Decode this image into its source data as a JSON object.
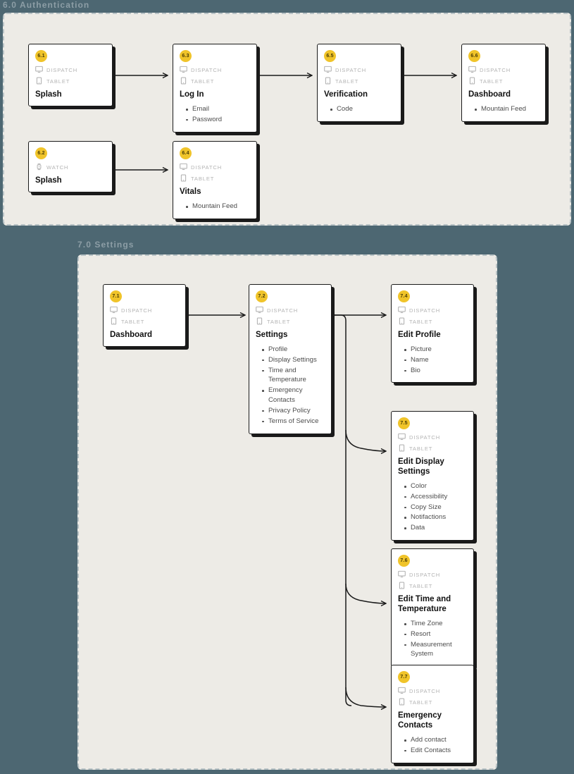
{
  "diagram": {
    "background_color": "#4d6772",
    "panel_color": "#edebe6",
    "badge_color": "#f0c42a",
    "connector_color": "#1a1a1a"
  },
  "sections": [
    {
      "id": "sec-6",
      "title": "6.0 Authentication"
    },
    {
      "id": "sec-7",
      "title": "7.0 Settings"
    }
  ],
  "platforms": {
    "dispatch": "DISPATCH",
    "tablet": "TABLET",
    "watch": "WATCH"
  },
  "cards": {
    "c61": {
      "badge": "6.1",
      "title": "Splash",
      "platforms": [
        "DISPATCH",
        "TABLET"
      ],
      "items": []
    },
    "c62": {
      "badge": "6.2",
      "title": "Splash",
      "platforms": [
        "WATCH"
      ],
      "items": []
    },
    "c63": {
      "badge": "6.3",
      "title": "Log In",
      "platforms": [
        "DISPATCH",
        "TABLET"
      ],
      "items": [
        "Email",
        "Password"
      ]
    },
    "c64": {
      "badge": "6.4",
      "title": "Vitals",
      "platforms": [
        "DISPATCH",
        "TABLET"
      ],
      "items": [
        "Mountain Feed"
      ]
    },
    "c65": {
      "badge": "6.5",
      "title": "Verification",
      "platforms": [
        "DISPATCH",
        "TABLET"
      ],
      "items": [
        "Code"
      ]
    },
    "c66": {
      "badge": "6.6",
      "title": "Dashboard",
      "platforms": [
        "DISPATCH",
        "TABLET"
      ],
      "items": [
        "Mountain Feed"
      ]
    },
    "c71": {
      "badge": "7.1",
      "title": "Dashboard",
      "platforms": [
        "DISPATCH",
        "TABLET"
      ],
      "items": []
    },
    "c72": {
      "badge": "7.2",
      "title": "Settings",
      "platforms": [
        "DISPATCH",
        "TABLET"
      ],
      "items": [
        "Profile",
        "Display Settings",
        "Time and Temperature",
        "Emergency Contacts",
        "Privacy Policy",
        "Terms of Service"
      ]
    },
    "c74": {
      "badge": "7.4",
      "title": "Edit Profile",
      "platforms": [
        "DISPATCH",
        "TABLET"
      ],
      "items": [
        "Picture",
        "Name",
        "Bio"
      ]
    },
    "c75": {
      "badge": "7.5",
      "title": "Edit Display Settings",
      "platforms": [
        "DISPATCH",
        "TABLET"
      ],
      "items": [
        "Color",
        "Accessibility",
        "Copy Size",
        "Notifactions",
        "Data"
      ]
    },
    "c76": {
      "badge": "7.6",
      "title": "Edit Time and Temperature",
      "platforms": [
        "DISPATCH",
        "TABLET"
      ],
      "items": [
        "Time Zone",
        "Resort",
        "Measurement System"
      ]
    },
    "c77": {
      "badge": "7.7",
      "title": "Emergency Contacts",
      "platforms": [
        "DISPATCH",
        "TABLET"
      ],
      "items": [
        "Add contact",
        "Edit Contacts"
      ]
    }
  },
  "connections": [
    {
      "from": "6.1",
      "to": "6.3"
    },
    {
      "from": "6.3",
      "to": "6.5"
    },
    {
      "from": "6.5",
      "to": "6.6"
    },
    {
      "from": "6.2",
      "to": "6.4"
    },
    {
      "from": "7.1",
      "to": "7.2"
    },
    {
      "from": "7.2",
      "to": "7.4"
    },
    {
      "from": "7.2",
      "to": "7.5"
    },
    {
      "from": "7.2",
      "to": "7.6"
    },
    {
      "from": "7.2",
      "to": "7.7"
    }
  ]
}
